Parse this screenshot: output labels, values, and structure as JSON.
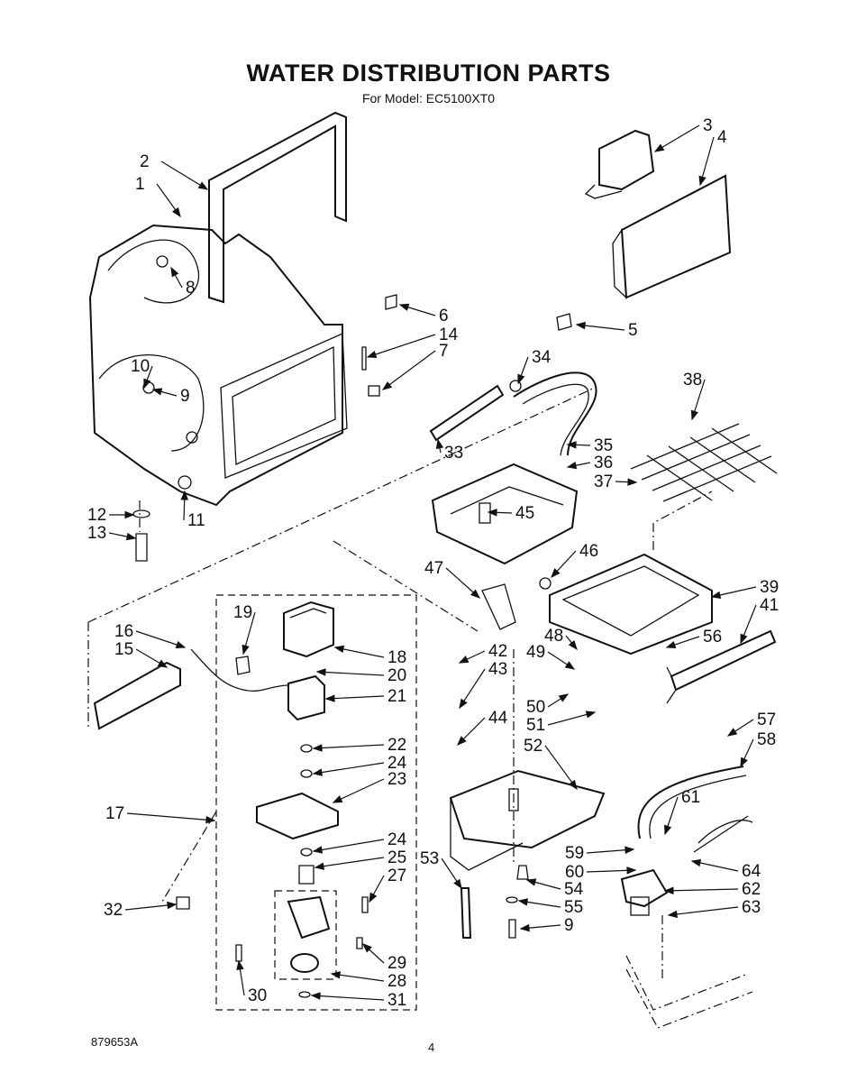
{
  "title": "WATER DISTRIBUTION PARTS",
  "subtitle": "For Model: EC5100XT0",
  "doc_number": "879653A",
  "page_number": "4",
  "callouts": [
    "1",
    "2",
    "3",
    "4",
    "5",
    "6",
    "7",
    "8",
    "9",
    "10",
    "11",
    "12",
    "13",
    "14",
    "15",
    "16",
    "17",
    "18",
    "19",
    "20",
    "21",
    "22",
    "23",
    "24",
    "24",
    "25",
    "27",
    "28",
    "29",
    "30",
    "31",
    "32",
    "33",
    "34",
    "35",
    "36",
    "37",
    "38",
    "39",
    "41",
    "42",
    "43",
    "44",
    "45",
    "46",
    "47",
    "48",
    "49",
    "50",
    "51",
    "52",
    "53",
    "54",
    "55",
    "9",
    "56",
    "57",
    "58",
    "59",
    "60",
    "61",
    "62",
    "63",
    "64"
  ]
}
